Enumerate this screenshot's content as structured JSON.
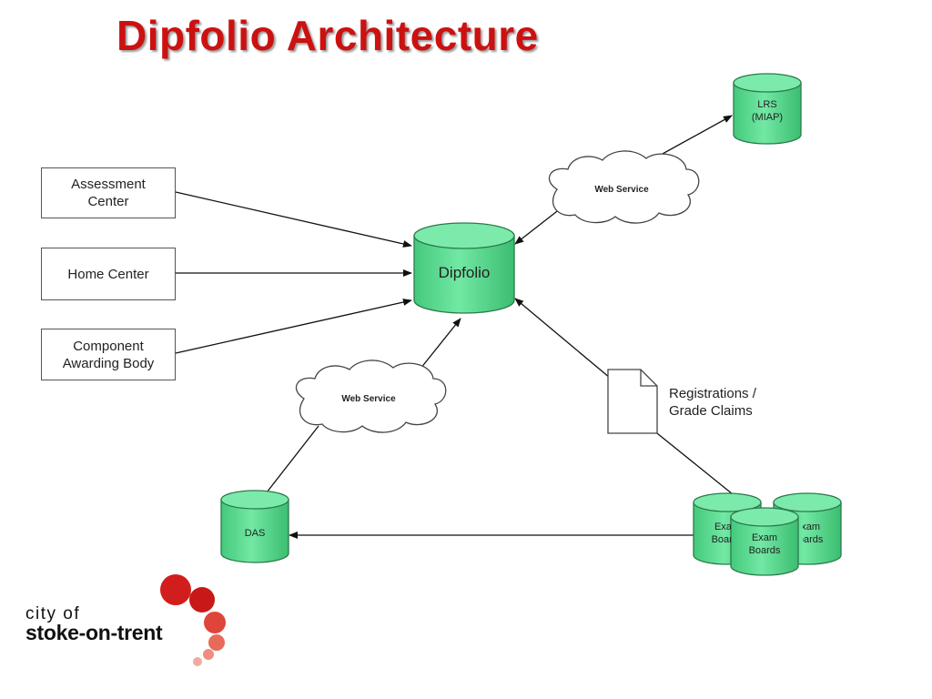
{
  "title": "Dipfolio Architecture",
  "sources": [
    {
      "label": "Assessment\nCenter"
    },
    {
      "label": "Home Center"
    },
    {
      "label": "Component\nAwarding Body"
    }
  ],
  "dipfolio": {
    "label": "Dipfolio"
  },
  "lrs": {
    "label": "LRS\n(MIAP)"
  },
  "das": {
    "label": "DAS"
  },
  "web_service_top": {
    "label": "Web Service"
  },
  "web_service_left": {
    "label": "Web Service"
  },
  "document_label": "Registrations /\nGrade Claims",
  "exam_boards": {
    "back_left": "Exam\nBoards",
    "back_right": "Exam\nBoards",
    "front": "Exam\nBoards"
  },
  "logo": {
    "line1": "city of",
    "line2": "stoke-on-trent"
  },
  "colors": {
    "title": "#cc1111",
    "db_fill": "#5edc92",
    "db_stroke": "#2a7a4a",
    "logo_red": "#cc1a1a"
  }
}
